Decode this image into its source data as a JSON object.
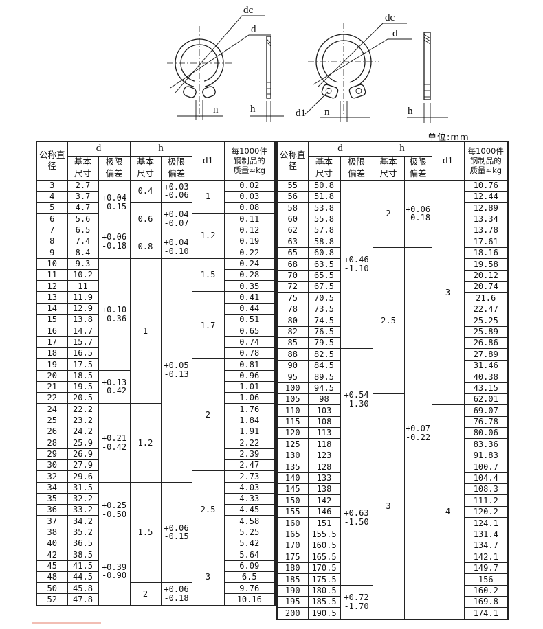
{
  "page": {
    "unit_label": "单位:mm"
  },
  "diagram": {
    "left": {
      "label_dc": "dc",
      "label_d": "d",
      "label_n": "n",
      "label_h": "h"
    },
    "right": {
      "label_dc": "dc",
      "label_d": "d",
      "label_n": "n",
      "label_h": "h",
      "label_d1": "d1"
    }
  },
  "table": {
    "headers": {
      "nominal": "公称直\n径",
      "d": "d",
      "h": "h",
      "d1": "d1",
      "basic": "基本\n尺寸",
      "dev": "极限\n偏差",
      "mass": "每1000件\n钢制品的\n质量≈kg"
    },
    "left": {
      "nominal": [
        "3",
        "4",
        "5",
        "6",
        "7",
        "8",
        "9",
        "10",
        "11",
        "12",
        "13",
        "14",
        "15",
        "16",
        "17",
        "18",
        "19",
        "20",
        "21",
        "22",
        "24",
        "25",
        "26",
        "28",
        "29",
        "30",
        "32",
        "34",
        "35",
        "36",
        "37",
        "38",
        "40",
        "42",
        "45",
        "48",
        "50",
        "52"
      ],
      "d_basic": [
        "2.7",
        "3.7",
        "4.7",
        "5.6",
        "6.5",
        "7.4",
        "8.4",
        "9.3",
        "10.2",
        "11",
        "11.9",
        "12.9",
        "13.8",
        "14.7",
        "15.7",
        "16.5",
        "17.5",
        "18.5",
        "19.5",
        "20.5",
        "22.2",
        "23.2",
        "24.2",
        "25.9",
        "26.9",
        "27.9",
        "29.6",
        "31.5",
        "32.2",
        "33.2",
        "34.2",
        "35.2",
        "36.5",
        "38.5",
        "41.5",
        "44.5",
        "45.8",
        "47.8"
      ],
      "mass": [
        "0.02",
        "0.03",
        "0.08",
        "0.11",
        "0.12",
        "0.19",
        "0.22",
        "0.24",
        "0.28",
        "0.35",
        "0.41",
        "0.44",
        "0.51",
        "0.65",
        "0.74",
        "0.78",
        "0.81",
        "0.96",
        "1.01",
        "1.06",
        "1.76",
        "1.84",
        "1.91",
        "2.22",
        "2.39",
        "2.47",
        "2.73",
        "4.03",
        "4.33",
        "4.45",
        "4.58",
        "5.25",
        "5.42",
        "5.64",
        "6.09",
        "6.5",
        "9.76",
        "10.16"
      ],
      "d_dev": [
        {
          "text": "+0.04\n-0.15",
          "span": 4
        },
        {
          "text": "+0.06\n-0.18",
          "span": 3
        },
        {
          "text": "+0.10\n-0.36",
          "span": 10
        },
        {
          "text": "+0.13\n-0.42",
          "span": 3
        },
        {
          "text": "+0.21\n-0.42",
          "span": 7
        },
        {
          "text": "+0.25\n-0.50",
          "span": 5
        },
        {
          "text": "+0.39\n-0.90",
          "span": 6
        }
      ],
      "h_basic": [
        {
          "text": "0.4",
          "span": 2
        },
        {
          "text": "0.6",
          "span": 3
        },
        {
          "text": "0.8",
          "span": 2
        },
        {
          "text": "1",
          "span": 13
        },
        {
          "text": "1.2",
          "span": 7
        },
        {
          "text": "1.5",
          "span": 9
        },
        {
          "text": "2",
          "span": 2
        }
      ],
      "h_dev": [
        {
          "text": "+0.03\n-0.06",
          "span": 2
        },
        {
          "text": "+0.04\n-0.07",
          "span": 3
        },
        {
          "text": "+0.04\n-0.10",
          "span": 2
        },
        {
          "text": "+0.05\n-0.13",
          "span": 20
        },
        {
          "text": "+0.06\n-0.15",
          "span": 9
        },
        {
          "text": "+0.06\n-0.18",
          "span": 2
        }
      ],
      "d1": [
        {
          "text": "1",
          "span": 3
        },
        {
          "text": "1.2",
          "span": 4
        },
        {
          "text": "1.5",
          "span": 3
        },
        {
          "text": "1.7",
          "span": 6
        },
        {
          "text": "2",
          "span": 10
        },
        {
          "text": "2.5",
          "span": 7
        },
        {
          "text": "3",
          "span": 5
        }
      ]
    },
    "right": {
      "nominal": [
        "55",
        "56",
        "58",
        "60",
        "62",
        "63",
        "65",
        "68",
        "70",
        "72",
        "75",
        "78",
        "80",
        "82",
        "85",
        "88",
        "90",
        "95",
        "100",
        "105",
        "110",
        "115",
        "120",
        "125",
        "130",
        "135",
        "140",
        "145",
        "150",
        "155",
        "160",
        "165",
        "170",
        "175",
        "180",
        "185",
        "190",
        "195",
        "200"
      ],
      "d_basic": [
        "50.8",
        "51.8",
        "53.8",
        "55.8",
        "57.8",
        "58.8",
        "60.8",
        "63.5",
        "65.5",
        "67.5",
        "70.5",
        "73.5",
        "74.5",
        "76.5",
        "79.5",
        "82.5",
        "84.5",
        "89.5",
        "94.5",
        "98",
        "103",
        "108",
        "113",
        "118",
        "123",
        "128",
        "133",
        "138",
        "142",
        "146",
        "151",
        "155.5",
        "160.5",
        "165.5",
        "170.5",
        "175.5",
        "180.5",
        "185.5",
        "190.5"
      ],
      "mass": [
        "10.76",
        "12.44",
        "12.89",
        "13.34",
        "13.78",
        "17.61",
        "18.16",
        "19.58",
        "20.12",
        "20.74",
        "21.6",
        "22.47",
        "25.25",
        "25.89",
        "26.86",
        "27.89",
        "31.46",
        "40.38",
        "43.15",
        "62.01",
        "69.07",
        "76.78",
        "80.06",
        "83.36",
        "91.83",
        "100.7",
        "104.4",
        "108.3",
        "111.2",
        "120.2",
        "124.1",
        "131.4",
        "134.7",
        "142.1",
        "149.7",
        "156",
        "160.2",
        "169.8",
        "174.1"
      ],
      "d_dev": [
        {
          "text": "+0.46\n-1.10",
          "span": 15
        },
        {
          "text": "+0.54\n-1.30",
          "span": 9
        },
        {
          "text": "+0.63\n-1.50",
          "span": 12
        },
        {
          "text": "+0.72\n-1.70",
          "span": 3
        }
      ],
      "h_basic": [
        {
          "text": "2",
          "span": 6
        },
        {
          "text": "2.5",
          "span": 13
        },
        {
          "text": "3",
          "span": 20
        }
      ],
      "h_dev": [
        {
          "text": "+0.06\n-0.18",
          "span": 6
        },
        {
          "text": "+0.07\n-0.22",
          "span": 33
        }
      ],
      "d1": [
        {
          "text": "3",
          "span": 20
        },
        {
          "text": "4",
          "span": 19
        }
      ]
    }
  }
}
